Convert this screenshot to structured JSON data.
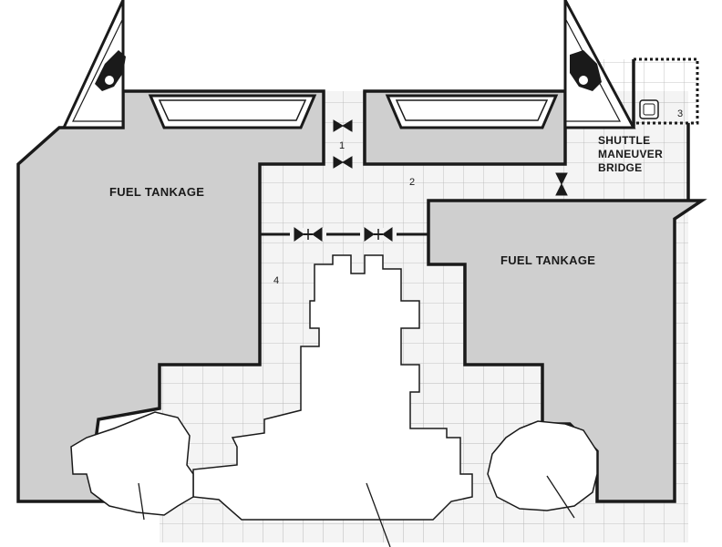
{
  "map": {
    "labels": {
      "fuel_tankage_left": "FUEL TANKAGE",
      "fuel_tankage_right": "FUEL TANKAGE",
      "shuttle_bridge_line1": "SHUTTLE",
      "shuttle_bridge_line2": "MANEUVER",
      "shuttle_bridge_line3": "BRIDGE"
    },
    "room_numbers": {
      "room_1": "1",
      "room_2": "2",
      "room_3": "3",
      "room_4": "4"
    },
    "colors": {
      "tank_fill": "#cfcfcf",
      "floor_fill": "#f4f4f4",
      "grid_line": "#b5b5b5",
      "wall": "#1a1a1a"
    }
  }
}
